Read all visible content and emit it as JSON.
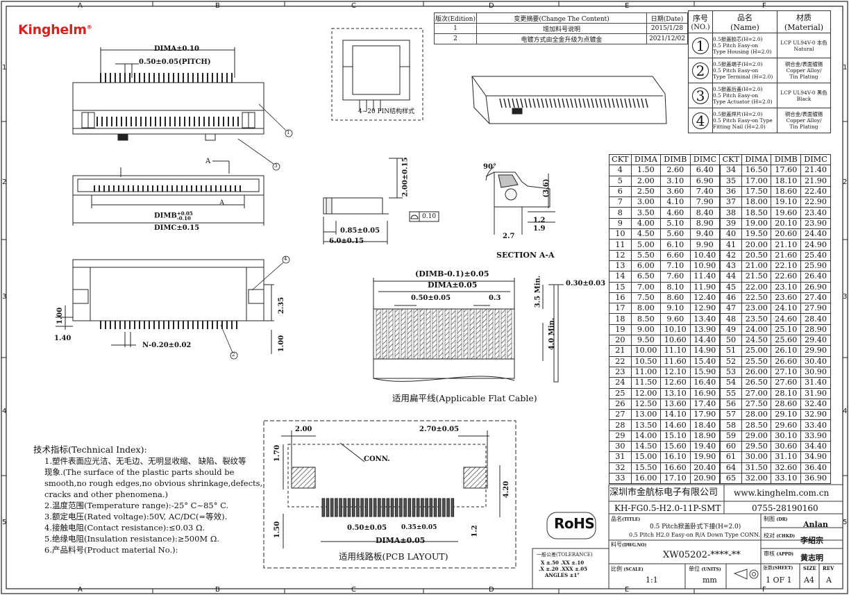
{
  "grid": {
    "cols": [
      "A",
      "B",
      "C",
      "D",
      "E",
      "F"
    ],
    "rows": [
      "1",
      "2",
      "3",
      "4",
      "5"
    ]
  },
  "brand": {
    "logo": "Kinghelm",
    "reg": "®"
  },
  "change_table": {
    "headers": [
      "版次(Edition)",
      "变更摘要(Change The Content)",
      "日期(Date)"
    ],
    "rows": [
      {
        "ed": "1",
        "content": "增加料号说明",
        "date": "2015/1/28"
      },
      {
        "ed": "2",
        "content": "电镀方式由全金升级为点镀金",
        "date": "2021/12/02"
      }
    ]
  },
  "bom": {
    "h_no": "序号",
    "h_no2": "(NO.)",
    "h_name": "品名",
    "h_name2": "(Name)",
    "h_mat": "材质",
    "h_mat2": "(Material)",
    "items": [
      {
        "no": "1",
        "name": [
          "0.5掀盖胶芯(H=2.0)",
          "0.5 Pitch Easy-on",
          "Type Housing (H=2.0)"
        ],
        "mat": [
          "LCP UL94V-0 本色",
          "Natural"
        ]
      },
      {
        "no": "2",
        "name": [
          "0.5掀盖端子(H=2.0)",
          "0.5 Pitch Easy-on",
          "Type Terminal (H=2.0)"
        ],
        "mat": [
          "铜合金/表面镀锡",
          "Copper Alloy/",
          "Tin Plating"
        ]
      },
      {
        "no": "3",
        "name": [
          "0.5掀盖后盖(H=2.0)",
          "0.5 Pitch Easy-on",
          "Type Actuator (H=2.0)"
        ],
        "mat": [
          "LCP UL94V-0 黑色",
          "Black"
        ]
      },
      {
        "no": "4",
        "name": [
          "0.5掀盖焊片(H=2.0)",
          "0.5 Pitch Easy-on Type",
          "Fitting Nail (H=2.0)"
        ],
        "mat": [
          "铜合金/表面镀锡",
          "Copper Alloy/",
          "Tin Plating"
        ]
      }
    ]
  },
  "dim_table": {
    "headers": [
      "CKT",
      "DIMA",
      "DIMB",
      "DIMC",
      "CKT",
      "DIMA",
      "DIMB",
      "DIMC"
    ],
    "rows": [
      [
        "4",
        "1.50",
        "2.60",
        "6.40",
        "34",
        "16.50",
        "17.60",
        "21.40"
      ],
      [
        "5",
        "2.00",
        "3.10",
        "6.90",
        "35",
        "17.00",
        "18.10",
        "21.90"
      ],
      [
        "6",
        "2.50",
        "3.60",
        "7.40",
        "36",
        "17.50",
        "18.60",
        "22.40"
      ],
      [
        "7",
        "3.00",
        "4.10",
        "7.90",
        "37",
        "18.00",
        "19.10",
        "22.90"
      ],
      [
        "8",
        "3.50",
        "4.60",
        "8.40",
        "38",
        "18.50",
        "19.60",
        "23.40"
      ],
      [
        "9",
        "4.00",
        "5.10",
        "8.90",
        "39",
        "19.00",
        "20.10",
        "23.90"
      ],
      [
        "10",
        "4.50",
        "5.60",
        "9.40",
        "40",
        "19.50",
        "20.60",
        "24.40"
      ],
      [
        "11",
        "5.00",
        "6.10",
        "9.90",
        "41",
        "20.00",
        "21.10",
        "24.90"
      ],
      [
        "12",
        "5.50",
        "6.60",
        "10.40",
        "42",
        "20.50",
        "21.60",
        "25.40"
      ],
      [
        "13",
        "6.00",
        "7.10",
        "10.90",
        "43",
        "21.00",
        "22.10",
        "25.90"
      ],
      [
        "14",
        "6.50",
        "7.60",
        "11.40",
        "44",
        "21.50",
        "22.60",
        "26.40"
      ],
      [
        "15",
        "7.00",
        "8.10",
        "11.90",
        "45",
        "22.00",
        "23.10",
        "26.90"
      ],
      [
        "16",
        "7.50",
        "8.60",
        "12.40",
        "46",
        "22.50",
        "23.60",
        "27.40"
      ],
      [
        "17",
        "8.00",
        "9.10",
        "12.90",
        "47",
        "23.00",
        "24.10",
        "27.90"
      ],
      [
        "18",
        "8.50",
        "9.60",
        "13.40",
        "48",
        "23.50",
        "24.60",
        "28.40"
      ],
      [
        "19",
        "9.00",
        "10.10",
        "13.90",
        "49",
        "24.00",
        "25.10",
        "28.90"
      ],
      [
        "20",
        "9.50",
        "10.60",
        "14.40",
        "50",
        "24.50",
        "25.60",
        "29.40"
      ],
      [
        "21",
        "10.00",
        "11.10",
        "14.90",
        "51",
        "25.00",
        "26.10",
        "29.90"
      ],
      [
        "22",
        "10.50",
        "11.60",
        "15.40",
        "52",
        "25.50",
        "26.60",
        "30.40"
      ],
      [
        "23",
        "11.00",
        "12.10",
        "15.90",
        "53",
        "26.00",
        "27.10",
        "30.90"
      ],
      [
        "24",
        "11.50",
        "12.60",
        "16.40",
        "54",
        "26.50",
        "27.60",
        "31.40"
      ],
      [
        "25",
        "12.00",
        "13.10",
        "16.90",
        "55",
        "27.00",
        "28.10",
        "31.90"
      ],
      [
        "26",
        "12.50",
        "13.60",
        "17.40",
        "56",
        "27.50",
        "28.60",
        "32.40"
      ],
      [
        "27",
        "13.00",
        "14.10",
        "17.90",
        "57",
        "28.00",
        "29.10",
        "32.90"
      ],
      [
        "28",
        "13.50",
        "14.60",
        "18.40",
        "58",
        "28.50",
        "29.60",
        "33.40"
      ],
      [
        "29",
        "14.00",
        "15.10",
        "18.90",
        "59",
        "29.00",
        "30.10",
        "33.90"
      ],
      [
        "30",
        "14.50",
        "15.60",
        "19.40",
        "60",
        "29.50",
        "30.60",
        "34.40"
      ],
      [
        "31",
        "15.00",
        "16.10",
        "19.90",
        "61",
        "30.00",
        "31.10",
        "34.90"
      ],
      [
        "32",
        "15.50",
        "16.60",
        "20.40",
        "64",
        "31.50",
        "32.60",
        "36.40"
      ],
      [
        "33",
        "16.00",
        "17.10",
        "20.90",
        "65",
        "32.00",
        "33.10",
        "36.90"
      ]
    ]
  },
  "title_block": {
    "company": "深圳市金航标电子有限公司",
    "website": "www.kinghelm.com.cn",
    "part_code": "KH-FG0.5-H2.0-11P-SMT",
    "phone": "0755-28190160",
    "rohs": "RoHS",
    "name_label": "品名",
    "name_label_en": "(TITLE)",
    "title_cn": "0.5 Pitch掀盖卧式下接(H=2.0)",
    "title_en": "0.5 Pitch H2.0 Easy-on R/A Down Type CONN.",
    "dwg_label": "料号",
    "dwg_label_en": "(DWG.NO)",
    "dwg_no": "XW05202-****-**",
    "tol_title": "一般公差(TOLERANCE)",
    "tol_l1": "X  ±.50     .XX ±.10",
    "tol_l2": ".X ±.20    .XXX ±.05",
    "tol_l3": "ANGLES      ±1°",
    "scale_label": "比例",
    "scale_label_en": "(SCALE)",
    "scale": "1:1",
    "units_label": "单位",
    "units_label_en": "(UNITS)",
    "units": "mm",
    "dr_label": "制图",
    "dr_label_en": "(DR)",
    "dr": "Anlan",
    "chkd_label": "校对",
    "chkd_label_en": "(CHKD)",
    "chkd": "李绍宗",
    "appd_label": "审核",
    "appd_label_en": "(APPD)",
    "appd": "黄志明",
    "sheet_label": "张数",
    "sheet_label_en": "(SHEET)",
    "sheet": "1 OF 1",
    "size_label": "SIZE",
    "size": "A4",
    "rev_label": "REV",
    "rev": "A"
  },
  "notes": {
    "title": "技术指标(Technical Index):",
    "lines": [
      "1.塑件表面应光洁、无毛边、无明显收缩、 缺陷、裂纹等",
      "现象.(The surface of the plastic parts should be",
      "smooth,no rough edges,no obvious shrinkage,defects,",
      "cracks and other phenomena.)",
      "2.温度范围(Temperature range):-25° C~85° C.",
      "3.额定电压(Rated voltage):50V, AC/DC(=等效).",
      "4.接触电阻(Contact resistance):≤0.03 Ω.",
      "5.绝缘电阻(Insulation resistance):≥500M Ω.",
      "6.产品料号(Product material No.):"
    ]
  },
  "labels": {
    "pin_style": "4~20 PIN结构样式",
    "section": "SECTION A-A",
    "ffc_caption": "适用扁平线(Applicable Flat Cable)",
    "pcb_caption": "适用线路板(PCB LAYOUT)",
    "conn": "CONN.",
    "dima_010": "DIMA±0.10",
    "pitch": "0.50±0.05(PITCH)",
    "dimb": "DIMB",
    "dimb_tol_up": "+0.05",
    "dimb_tol_dn": "-0.10",
    "dimc": "DIMC±0.15",
    "a_mark": "A",
    "v100": "1.00",
    "v140": "1.40",
    "npitch": "N-0.20±0.02",
    "v235": "2.35",
    "v100b": "1.00",
    "h200": "2.00±0.15",
    "flat": "0.10",
    "v085": "0.85±0.05",
    "v60": "6.0±0.15",
    "ang90": "90°",
    "v36": "(3.6)",
    "v12": "1.2",
    "v19": "1.9",
    "v27": "2.7",
    "ffc_dimb": "(DIMB-0.1)±0.05",
    "ffc_dima": "DIMA±0.05",
    "ffc_pitch": "0.50±0.05",
    "ffc_03": "0.3",
    "ffc_35": "3.5 Min.",
    "ffc_40": "4.0 Min.",
    "ffc_030": "0.30±0.03",
    "pcb_200": "2.00",
    "pcb_270": "2.70±0.05",
    "pcb_170": "1.70",
    "pcb_420": "4.20",
    "pcb_150": "1.50",
    "pcb_050": "0.50±0.05",
    "pcb_035": "0.35±0.05",
    "pcb_12": "1.2",
    "pcb_dima": "DIMA±0.05",
    "balloons": [
      "1",
      "2",
      "3",
      "4"
    ]
  }
}
